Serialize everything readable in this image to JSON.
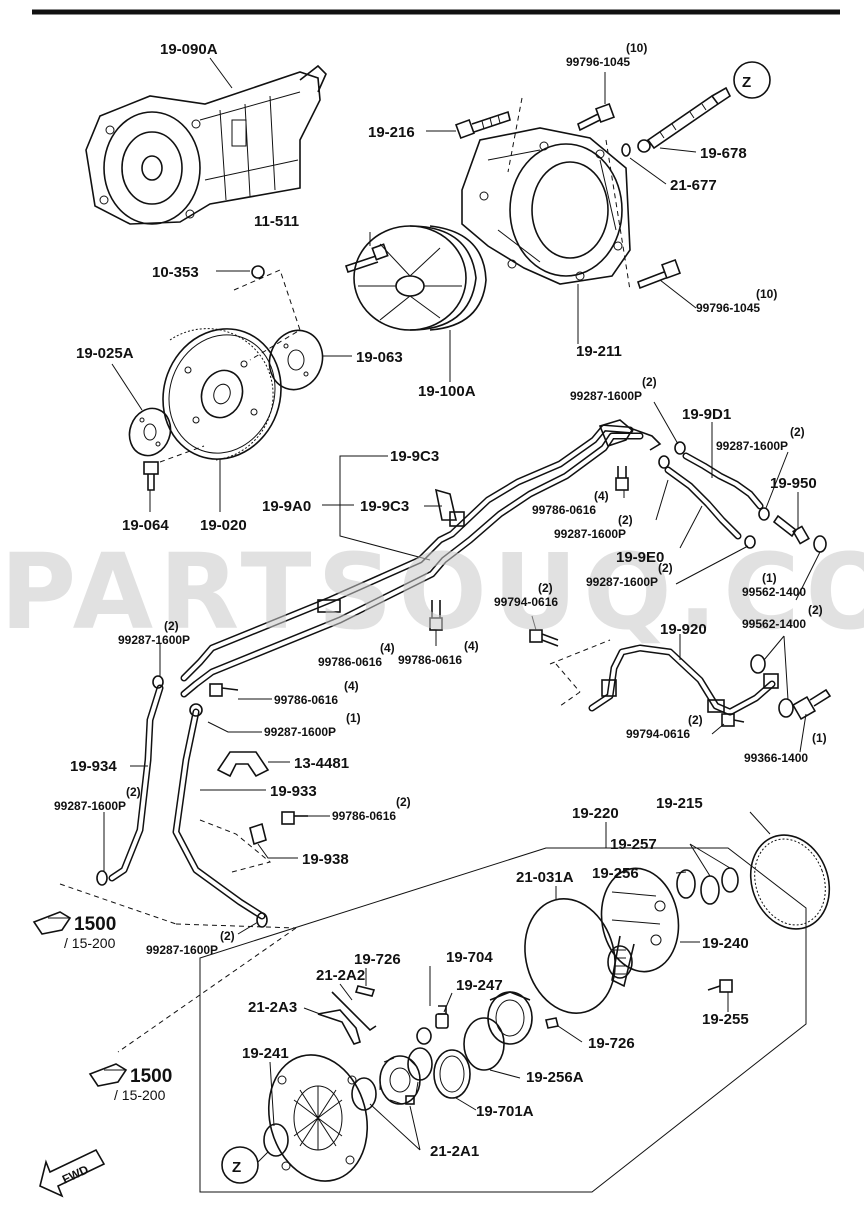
{
  "watermark": "PARTSOUQ.COM",
  "labels": {
    "l_19_090A": "19-090A",
    "l_19_216": "19-216",
    "l_10_top": "(10)",
    "l_99796_1045_top": "99796-1045",
    "l_19_678": "19-678",
    "l_21_677": "21-677",
    "l_11_511": "11-511",
    "l_10_353": "10-353",
    "l_10_mid": "(10)",
    "l_99796_1045_mid": "99796-1045",
    "l_19_025A": "19-025A",
    "l_19_063": "19-063",
    "l_19_211": "19-211",
    "l_19_100A": "19-100A",
    "l_2_a": "(2)",
    "l_99287_a": "99287-1600P",
    "l_19_9D1": "19-9D1",
    "l_2_b": "(2)",
    "l_99287_b": "99287-1600P",
    "l_19_9C3_a": "19-9C3",
    "l_19_064": "19-064",
    "l_19_020": "19-020",
    "l_19_950": "19-950",
    "l_4_a": "(4)",
    "l_99786_a": "99786-0616",
    "l_19_9A0": "19-9A0",
    "l_19_9C3_b": "19-9C3",
    "l_2_c": "(2)",
    "l_99287_c": "99287-1600P",
    "l_19_9E0": "19-9E0",
    "l_2_d": "(2)",
    "l_99287_d": "99287-1600P",
    "l_1_a": "(1)",
    "l_99562_a": "99562-1400",
    "l_2_e": "(2)",
    "l_99794_a": "99794-0616",
    "l_2_f": "(2)",
    "l_99287_f": "99287-1600P",
    "l_19_920": "19-920",
    "l_2_g": "(2)",
    "l_99562_g": "99562-1400",
    "l_99786_b": "99786-0616",
    "l_4_b": "(4)",
    "l_99786_c": "99786-0616",
    "l_4_c": "(4)",
    "l_99786_d": "99786-0616",
    "l_1_b": "(1)",
    "l_99287_g": "99287-1600P",
    "l_2_h": "(2)",
    "l_99794_b": "99794-0616",
    "l_1_c": "(1)",
    "l_99366": "99366-1400",
    "l_13_4481": "13-4481",
    "l_19_934": "19-934",
    "l_19_933": "19-933",
    "l_2_i": "(2)",
    "l_99287_i": "99287-1600P",
    "l_2_j": "(2)",
    "l_99786_e": "99786-0616",
    "l_19_938": "19-938",
    "l_19_220": "19-220",
    "l_19_215": "19-215",
    "l_19_257": "19-257",
    "l_19_256": "19-256",
    "l_21_031A": "21-031A",
    "l_19_240": "19-240",
    "l_1500_a": "1500",
    "l_15_200_a": "/ 15-200",
    "l_2_k": "(2)",
    "l_99287_k": "99287-1600P",
    "l_19_726_a": "19-726",
    "l_19_704": "19-704",
    "l_21_2A2": "21-2A2",
    "l_19_247": "19-247",
    "l_21_2A3": "21-2A3",
    "l_19_255": "19-255",
    "l_19_726_b": "19-726",
    "l_19_241": "19-241",
    "l_19_256A": "19-256A",
    "l_1500_b": "1500",
    "l_15_200_b": "/ 15-200",
    "l_19_701A": "19-701A",
    "l_21_2A1": "21-2A1",
    "l_Z_top": "Z",
    "l_Z_bottom": "Z",
    "l_fwd": "FWD"
  },
  "icons": {
    "reference_hand": "pointing-hand-icon",
    "forward_arrow": "fwd-arrow-icon"
  },
  "colors": {
    "ink": "#111111",
    "watermark": "#c9c9c9",
    "background": "#ffffff"
  }
}
